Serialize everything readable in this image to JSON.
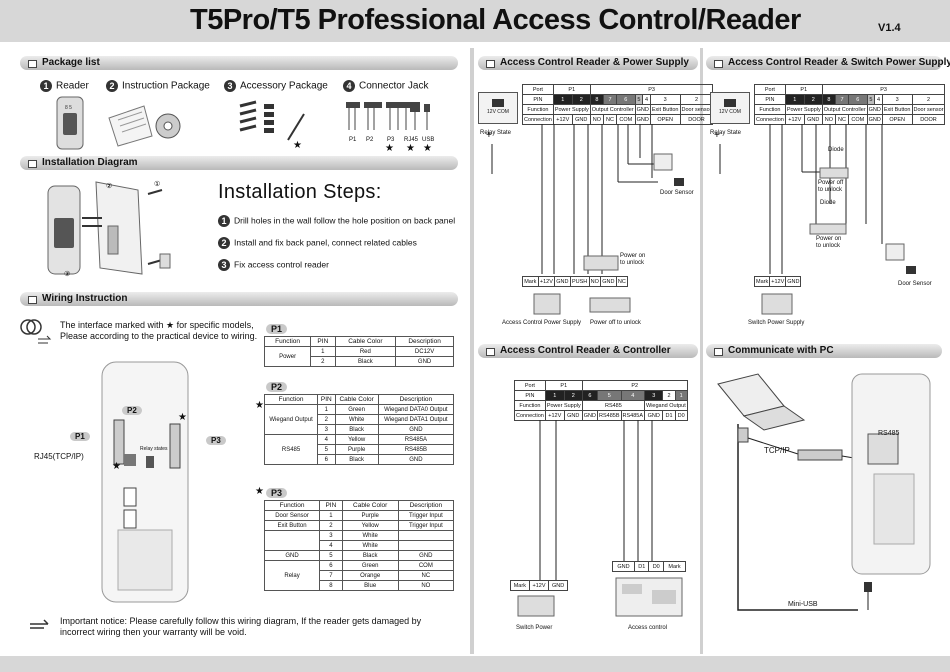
{
  "header": {
    "title": "T5Pro/T5 Professional Access Control/Reader",
    "version": "V1.4"
  },
  "sections": {
    "package_list": "Package list",
    "installation_diagram": "Installation Diagram",
    "wiring_instruction": "Wiring Instruction",
    "reader_power": "Access Control Reader & Power Supply",
    "reader_switch": "Access Control Reader & Switch Power Supply",
    "reader_controller": "Access Control Reader & Controller",
    "communicate_pc": "Communicate with PC"
  },
  "package": [
    {
      "num": "1",
      "label": "Reader"
    },
    {
      "num": "2",
      "label": "Instruction Package"
    },
    {
      "num": "3",
      "label": "Accessory Package"
    },
    {
      "num": "4",
      "label": "Connector Jack"
    }
  ],
  "connector_labels": [
    "P1",
    "P2",
    "P3",
    "RJ45",
    "USB"
  ],
  "install": {
    "heading": "Installation Steps:",
    "steps": [
      {
        "num": "1",
        "text": "Drill holes in the wall follow the hole position on back panel"
      },
      {
        "num": "2",
        "text": "Install and fix back panel, connect related cables"
      },
      {
        "num": "3",
        "text": "Fix access control reader"
      }
    ]
  },
  "wiring": {
    "note_line1": "The interface marked with ★ for specific models,",
    "note_line2": "Please according to the practical device to wiring.",
    "labels": {
      "p1": "P1",
      "p2": "P2",
      "p3": "P3",
      "rj45": "RJ45(TCP/IP)",
      "relay_states": "Relay states"
    },
    "notice_line1": "Important notice: Please carefully follow this wiring diagram, If the reader gets damaged by",
    "notice_line2": "incorrect wiring then your warranty will be void."
  },
  "p1_table": {
    "title": "P1",
    "headers": [
      "Function",
      "PIN",
      "Cable Color",
      "Description"
    ],
    "rows": [
      {
        "func": "Power",
        "pin": "1",
        "color": "Red",
        "desc": "DC12V"
      },
      {
        "func": "",
        "pin": "2",
        "color": "Black",
        "desc": "GND"
      }
    ]
  },
  "p2_table": {
    "title": "P2",
    "headers": [
      "Function",
      "PIN",
      "Cable Color",
      "Description"
    ],
    "rows": [
      {
        "func": "Wiegand Output",
        "pin": "1",
        "color": "Green",
        "desc": "Wiegand DATA0 Output"
      },
      {
        "func": "",
        "pin": "2",
        "color": "White",
        "desc": "Wiegand DATA1 Output"
      },
      {
        "func": "",
        "pin": "3",
        "color": "Black",
        "desc": "GND"
      },
      {
        "func": "RS485",
        "pin": "4",
        "color": "Yellow",
        "desc": "RS485A"
      },
      {
        "func": "",
        "pin": "5",
        "color": "Purple",
        "desc": "RS485B"
      },
      {
        "func": "",
        "pin": "6",
        "color": "Black",
        "desc": "GND"
      }
    ]
  },
  "p3_table": {
    "title": "P3",
    "headers": [
      "Function",
      "PIN",
      "Cable Color",
      "Description"
    ],
    "rows": [
      {
        "func": "Door Sensor",
        "pin": "1",
        "color": "Purple",
        "desc": "Trigger Input"
      },
      {
        "func": "Exit Button",
        "pin": "2",
        "color": "Yellow",
        "desc": "Trigger Input"
      },
      {
        "func": "",
        "pin": "3",
        "color": "White",
        "desc": ""
      },
      {
        "func": "",
        "pin": "4",
        "color": "White",
        "desc": ""
      },
      {
        "func": "GND",
        "pin": "5",
        "color": "Black",
        "desc": "GND"
      },
      {
        "func": "Relay",
        "pin": "6",
        "color": "Green",
        "desc": "COM"
      },
      {
        "func": "",
        "pin": "7",
        "color": "Orange",
        "desc": "NC"
      },
      {
        "func": "",
        "pin": "8",
        "color": "Blue",
        "desc": "NO"
      }
    ]
  },
  "power_diagram": {
    "port_label": "Port",
    "pin_label": "PIN",
    "func_label": "Function",
    "conn_label": "Connection",
    "p1": "P1",
    "p3": "P3",
    "pins": [
      "1",
      "2",
      "8",
      "7",
      "6",
      "5",
      "4",
      "3",
      "2"
    ],
    "functions": [
      "Power Supply",
      "Output Controller",
      "GND",
      "Exit Button",
      "Door sensor"
    ],
    "connections": [
      "+12V",
      "GND",
      "NO",
      "NC",
      "COM",
      "GND",
      "OPEN",
      "DOOR"
    ],
    "relay_state": "Relay State",
    "relay_com": "12V COM",
    "door_sensor": "Door Sensor",
    "power_on": "Power on to unlock",
    "power_off": "Power off to unlock",
    "supply_label": "Access Control Power Supply",
    "supply_terms": [
      "Mark",
      "+12V",
      "GND",
      "PUSH",
      "NO",
      "GND",
      "NC"
    ]
  },
  "switch_diagram": {
    "diode1": "Diode",
    "diode2": "Diode",
    "power_off": "Power off to unlock",
    "power_on": "Power on to unlock",
    "door_sensor": "Door Sensor",
    "supply_label": "Switch Power Supply",
    "supply_terms": [
      "Mark",
      "+12V",
      "GND"
    ],
    "relay_state": "Relay State",
    "relay_com": "12V COM"
  },
  "controller_diagram": {
    "port_label": "Port",
    "pin_label": "PIN",
    "func_label": "Function",
    "conn_label": "Connection",
    "p1": "P1",
    "p2": "P2",
    "pins": [
      "1",
      "2",
      "6",
      "5",
      "4",
      "3",
      "2",
      "1"
    ],
    "functions": [
      "Power Supply",
      "RS485",
      "Wiegand Output"
    ],
    "connections": [
      "+12V",
      "GND",
      "GND",
      "RS485B",
      "RS485A",
      "GND",
      "D1",
      "D0"
    ],
    "switch_power": "Switch Power",
    "access_control": "Access control",
    "sp_terms": [
      "Mark",
      "+12V",
      "GND"
    ],
    "ac_terms": [
      "GND",
      "D1",
      "D0",
      "Mark"
    ]
  },
  "pc_diagram": {
    "tcpip": "TCP/IP",
    "rs485": "RS485",
    "mini_usb": "Mini-USB"
  },
  "colors": {
    "header_bg": "#d7d7d7",
    "section_bg": "#c0c0c0",
    "dark_pin": "#222222"
  }
}
